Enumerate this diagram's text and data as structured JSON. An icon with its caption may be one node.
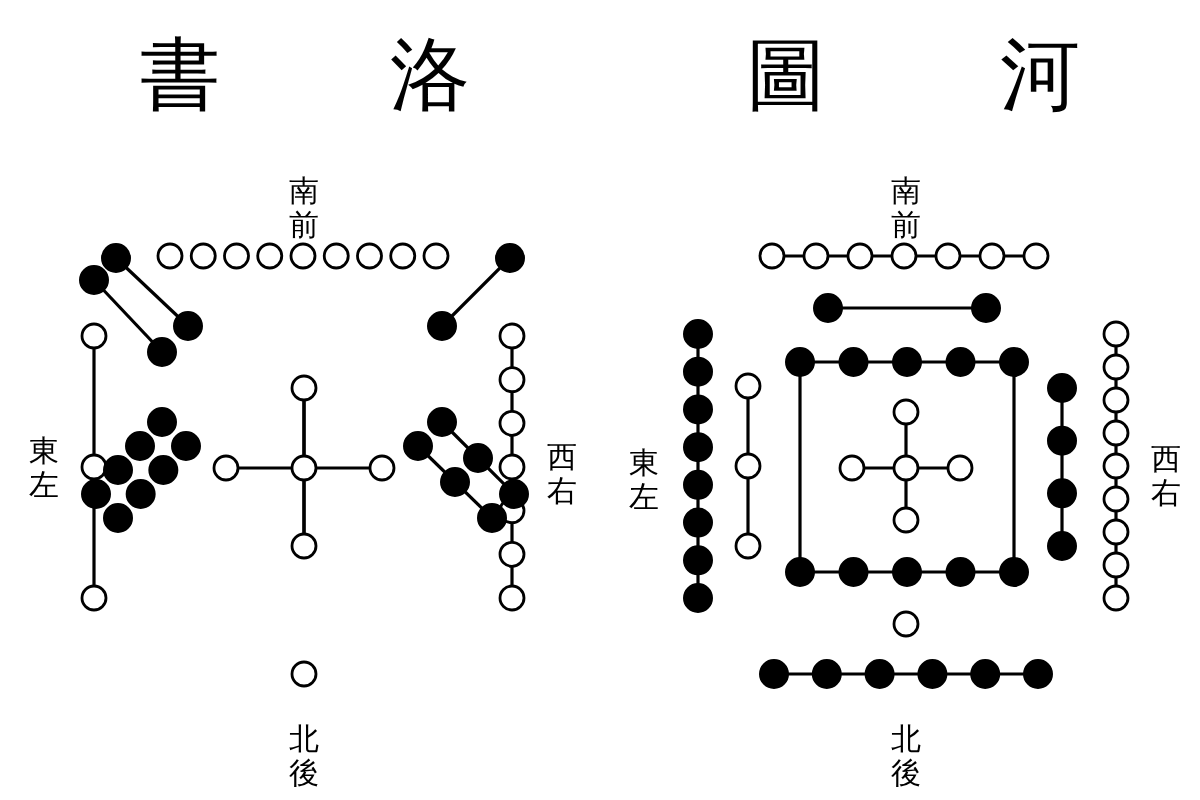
{
  "diagram": {
    "labels": [
      "書",
      "洛",
      "圖",
      "河",
      "南前",
      "東左",
      "西右",
      "北後",
      "南前",
      "東左",
      "西右",
      "北後"
    ]
  }
}
